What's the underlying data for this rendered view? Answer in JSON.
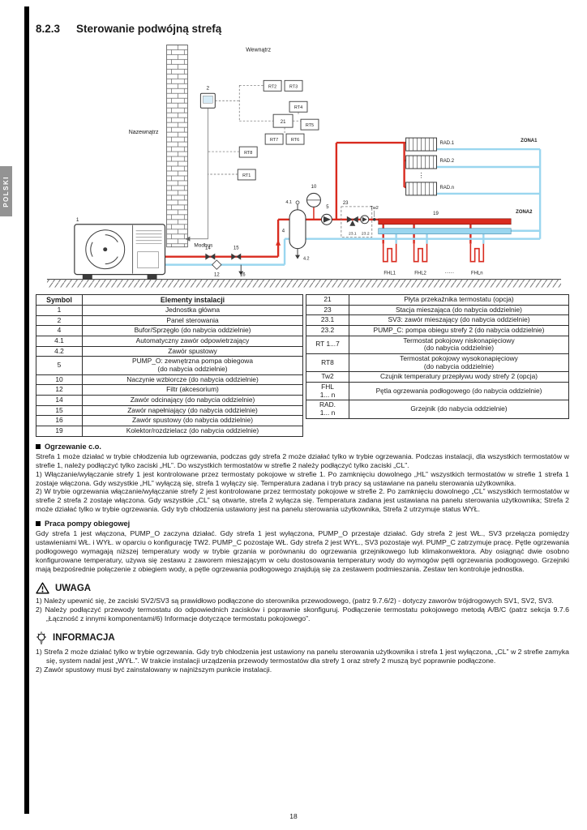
{
  "page": {
    "side_tab": "POLSKI",
    "page_number": "18",
    "heading_number": "8.2.3",
    "heading_title": "Sterowanie podwójną strefą"
  },
  "diagram": {
    "labels": {
      "inside": "Wewnątrz",
      "outside": "Nazewnątrz",
      "modbus": "Modbus",
      "zona1": "ZONA1",
      "zona2": "ZONA2",
      "tw2": "Tw2",
      "rad1": "RAD.1",
      "rad2": "RAD.2",
      "radn": "RAD.n",
      "fhl1": "FHL1",
      "fhl2": "FHL2",
      "fhln": "FHLn",
      "dots_v": "⋮",
      "dots_h": "·····"
    },
    "numbers": {
      "unit": "1",
      "panel": "2",
      "buffer": "4",
      "air_vent": "4.1",
      "drain": "4.2",
      "pump_o": "5",
      "vessel": "10",
      "filter": "12",
      "shutoff": "14",
      "fill_valve": "15",
      "drain2": "16",
      "manifold": "19",
      "relay": "21",
      "mixing": "23",
      "sv3": "23.1",
      "pump_c": "23.2"
    },
    "thermostats": {
      "rt1": "RT1",
      "rt2": "RT2",
      "rt3": "RT3",
      "rt4": "RT4",
      "rt5": "RT5",
      "rt6": "RT6",
      "rt7": "RT7",
      "rt8": "RT8"
    },
    "colors": {
      "supply": "#d92b1f",
      "return": "#9ad6ef"
    }
  },
  "legend": {
    "headers": {
      "symbol": "Symbol",
      "elements": "Elementy instalacji"
    },
    "left_rows": [
      {
        "symbol": "1",
        "desc": "Jednostka główna"
      },
      {
        "symbol": "2",
        "desc": "Panel sterowania"
      },
      {
        "symbol": "4",
        "desc": "Bufor/Sprzęgło (do nabycia oddzielnie)"
      },
      {
        "symbol": "4.1",
        "desc": "Automatyczny zawór odpowietrzający"
      },
      {
        "symbol": "4.2",
        "desc": "Zawór spustowy"
      },
      {
        "symbol": "5",
        "desc": "PUMP_O: zewnętrzna pompa obiegowa\n(do nabycia oddzielnie)"
      },
      {
        "symbol": "10",
        "desc": "Naczynie wzbiorcze (do nabycia oddzielnie)"
      },
      {
        "symbol": "12",
        "desc": "Filtr (akcesorium)"
      },
      {
        "symbol": "14",
        "desc": "Zawór odcinający (do nabycia oddzielnie)"
      },
      {
        "symbol": "15",
        "desc": "Zawór napełniający (do nabycia oddzielnie)"
      },
      {
        "symbol": "16",
        "desc": "Zawór spustowy (do nabycia oddzielnie)"
      },
      {
        "symbol": "19",
        "desc": "Kolektor/rozdzielacz (do nabycia oddzielnie)"
      }
    ],
    "right_rows": [
      {
        "symbol": "21",
        "desc": "Płyta przekaźnika termostatu (opcja)"
      },
      {
        "symbol": "23",
        "desc": "Stacja mieszająca (do nabycia oddzielnie)"
      },
      {
        "symbol": "23.1",
        "desc": "SV3: zawór mieszający (do nabycia oddzielnie)"
      },
      {
        "symbol": "23.2",
        "desc": "PUMP_C: pompa obiegu strefy 2 (do nabycia oddzielnie)"
      },
      {
        "symbol": "RT 1...7",
        "desc": "Termostat pokojowy niskonapięciowy\n(do nabycia oddzielnie)"
      },
      {
        "symbol": "RT8",
        "desc": "Termostat pokojowy wysokonapięciowy\n(do nabycia oddzielnie)"
      },
      {
        "symbol": "Tw2",
        "desc": "Czujnik temperatury przepływu wody strefy 2 (opcja)"
      },
      {
        "symbol": "FHL\n1... n",
        "desc": "Pętla ogrzewania podłogowego (do nabycia oddzielnie)"
      },
      {
        "symbol": "RAD.\n1... n",
        "desc": "Grzejnik (do nabycia oddzielnie)"
      }
    ]
  },
  "sections": {
    "heating": {
      "title": "Ogrzewanie c.o.",
      "p1": "Strefa 1 może działać w trybie chłodzenia lub ogrzewania, podczas gdy strefa 2 może działać tylko w trybie ogrzewania. Podczas instalacji, dla wszystkich termostatów w strefie 1, należy podłączyć tylko zaciski „HL”. Do wszystkich termostatów w strefie 2 należy podłączyć tylko zaciski „CL”.",
      "p2": "1) Włączanie/wyłączanie strefy 1 jest kontrolowane przez termostaty pokojowe w strefie 1. Po zamknięciu dowolnego „HL” wszystkich termostatów w strefie 1 strefa 1 zostaje włączona. Gdy wszystkie „HL” wyłączą się, strefa 1 wyłączy się. Temperatura zadana i tryb pracy są ustawiane na panelu sterowania użytkownika.",
      "p3": "2) W trybie ogrzewania włączanie/wyłączanie strefy 2 jest kontrolowane przez termostaty pokojowe w strefie 2. Po zamknięciu dowolnego „CL” wszystkich termostatów w strefie 2 strefa 2 zostaje włączona. Gdy wszystkie „CL” są otwarte, strefa 2 wyłącza się. Temperatura zadana jest ustawiana na panelu sterowania użytkownika; Strefa 2 może działać tylko w trybie ogrzewania. Gdy tryb chłodzenia ustawiony jest na panelu sterowania użytkownika, Strefa 2 utrzymuje status WYŁ."
    },
    "pump": {
      "title": "Praca pompy obiegowej",
      "p1": "Gdy strefa 1 jest włączona, PUMP_O zaczyna działać. Gdy strefa 1 jest wyłączona, PUMP_O przestaje działać. Gdy strefa 2 jest WŁ., SV3 przełącza pomiędzy ustawieniami WŁ. i WYŁ. w oparciu o konfigurację TW2. PUMP_C pozostaje WŁ. Gdy strefa 2 jest WYŁ., SV3 pozostaje wył. PUMP_C zatrzymuje pracę. Pętle ogrzewania podłogowego wymagają niższej temperatury wody w trybie grzania w porównaniu do ogrzewania grzejnikowego lub klimakonwektora. Aby osiągnąć dwie osobno konfigurowane temperatury, używa się zestawu z zaworem mieszającym w celu dostosowania temperatury wody do wymogów pętli ogrzewania podłogowego. Grzejniki mają bezpośrednie połączenie z obiegiem wody, a pętle ogrzewania podłogowego znajdują się za zestawem podmieszania. Zestaw ten kontroluje jednostka."
    }
  },
  "notice": {
    "title": "UWAGA",
    "items": [
      "1) Należy upewnić się, że zaciski SV2/SV3 są prawidłowo podłączone do sterownika przewodowego, (patrz 9.7.6/2) - dotyczy zaworów trójdrogowych SV1, SV2, SV3.",
      "2) Należy podłączyć przewody termostatu do odpowiednich zacisków i poprawnie skonfiguruj. Podłączenie termostatu pokojowego metodą A/B/C (patrz sekcja 9.7.6 „Łączność z innymi komponentami/6) Informacje dotyczące termostatu pokojowego”."
    ]
  },
  "info": {
    "title": "INFORMACJA",
    "items": [
      "1) Strefa 2 może działać tylko w trybie ogrzewania. Gdy tryb chłodzenia jest ustawiony na panelu sterowania użytkownika i strefa 1 jest wyłączona, „CL” w 2 strefie zamyka się, system nadal jest „WYŁ.”. W trakcie instalacji urządzenia przewody termostatów dla strefy 1 oraz strefy 2 muszą być poprawnie podłączone.",
      "2) Zawór spustowy musi być zainstalowany w najniższym punkcie instalacji."
    ]
  }
}
